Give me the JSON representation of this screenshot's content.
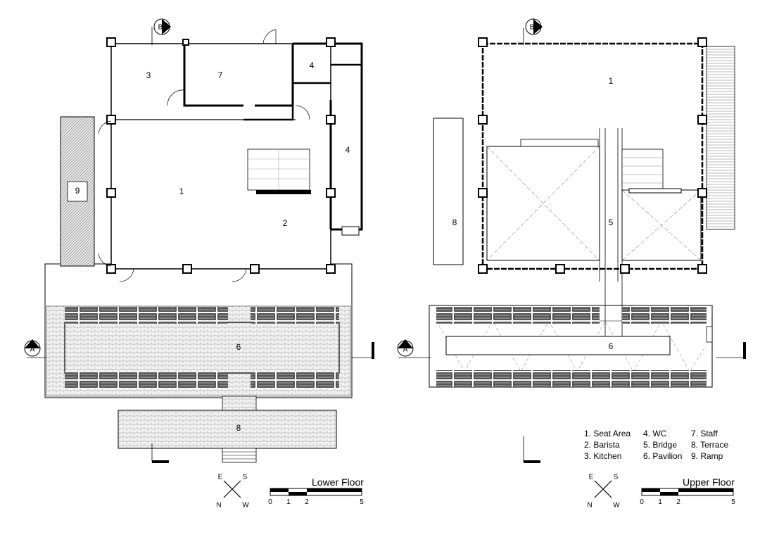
{
  "lower_floor": {
    "title": "Lower Floor",
    "rooms": [
      "1",
      "2",
      "3",
      "4",
      "4",
      "6",
      "7",
      "8",
      "9"
    ],
    "section_markers": [
      "A",
      "B"
    ],
    "scale_ticks": [
      "0",
      "1",
      "2",
      "5"
    ],
    "compass": [
      "E",
      "S",
      "N",
      "W"
    ]
  },
  "upper_floor": {
    "title": "Upper Floor",
    "rooms": [
      "1",
      "5",
      "6",
      "8"
    ],
    "section_markers": [
      "A",
      "B"
    ],
    "scale_ticks": [
      "0",
      "1",
      "2",
      "5"
    ],
    "compass": [
      "E",
      "S",
      "N",
      "W"
    ]
  },
  "legend": [
    "1.  Seat Area",
    "2.  Barista",
    "3.  Kitchen",
    "4.  WC",
    "5.  Bridge",
    "6.  Pavilion",
    "7.  Staff",
    "8.  Terrace",
    "9.  Ramp"
  ]
}
